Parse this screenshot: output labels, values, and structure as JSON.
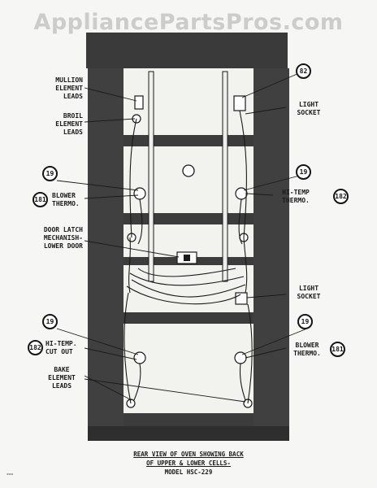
{
  "watermark": "AppliancePartsPros.com",
  "callouts": {
    "mullion": [
      "MULLION",
      "ELEMENT",
      "LEADS"
    ],
    "broil": [
      "BROIL",
      "ELEMENT",
      "LEADS"
    ],
    "blower_left": [
      "BLOWER",
      "THERMO."
    ],
    "door_latch": [
      "DOOR LATCH",
      "MECHANISH-",
      "LOWER DOOR"
    ],
    "hi_temp_cutout": [
      "HI-TEMP.",
      "CUT OUT"
    ],
    "bake": [
      "BAKE",
      "ELEMENT",
      "LEADS"
    ],
    "light_socket_upper": [
      "LIGHT",
      "SOCKET"
    ],
    "hi_temp_thermo": [
      "HI-TEMP",
      "THERMO."
    ],
    "light_socket_lower": [
      "LIGHT",
      "SOCKET"
    ],
    "blower_right": [
      "BLOWER",
      "THERMO."
    ]
  },
  "badges": {
    "b82": "82",
    "b19_upper_left": "19",
    "b19_upper_right": "19",
    "b181_left": "181",
    "b182_right": "182",
    "b19_lower_left": "19",
    "b19_lower_right": "19",
    "b182_left": "182",
    "b181_right": "181"
  },
  "caption": [
    "REAR VIEW OF OVEN SHOWING BACK",
    "OF UPPER & LOWER CELLS-",
    "MODEL HSC-229"
  ],
  "colors": {
    "cabinet": "#3d3d3d",
    "cabinet_dark": "#2a2a2a",
    "panel": "#f4f4f2",
    "line": "#1a1a1a"
  }
}
